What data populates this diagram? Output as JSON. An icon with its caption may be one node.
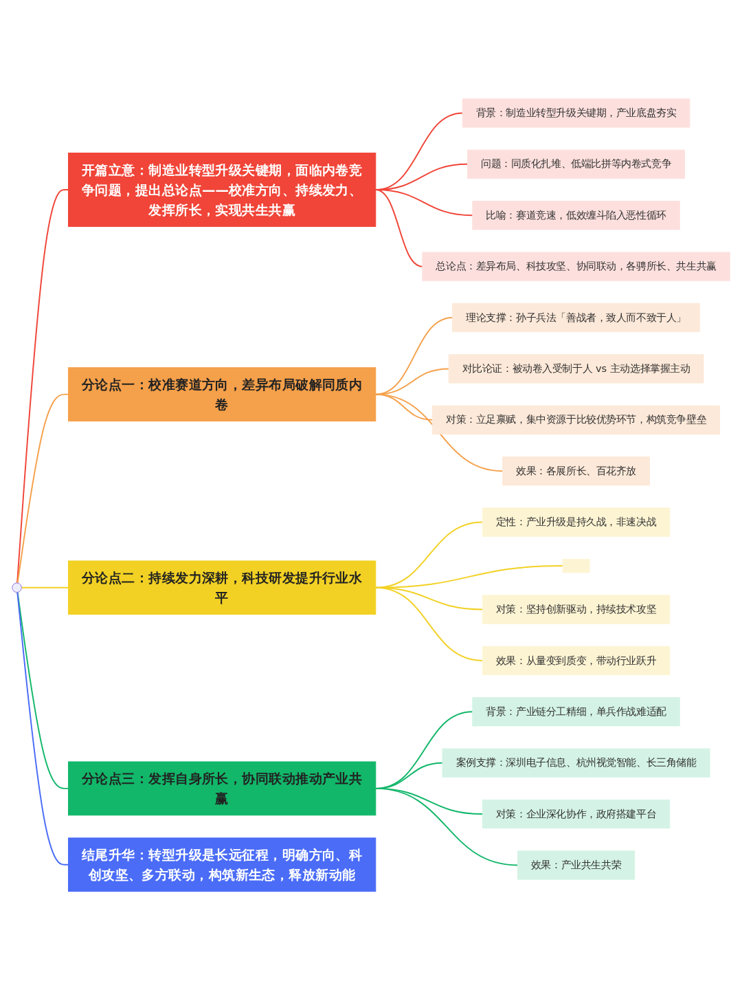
{
  "diagram": {
    "nodes": [
      {
        "text": [
          "开篇立意：制造业转型升级关键期，面临内卷竞争问题，提出总论点——校准方向、持续发力、发挥所长，实现共生共赢"
        ]
      },
      {
        "text": [
          "背景：制造业转型升级关键期，产业底盘夯实"
        ]
      },
      {
        "text": [
          "问题：同质化扎堆、低端比拼等内卷式竞争"
        ]
      },
      {
        "text": [
          "比喻：赛道竞速，低效缠斗陷入恶性循环"
        ]
      },
      {
        "text": [
          "总论点：差异布局、科技攻坚、协同联动，各骋所长、共生共赢"
        ]
      },
      {
        "text": [
          "分论点一：校准赛道方向，差异布局破解同质内卷"
        ]
      },
      {
        "text": [
          "理论支撑：孙子兵法「善战者，致人而不致于人」"
        ]
      },
      {
        "text": [
          "对比论证：被动卷入受制于人 vs 主动选择掌握主动"
        ]
      },
      {
        "text": [
          "对策：立足禀赋，集中资源于比较优势环节，构筑竞争壁垒"
        ]
      },
      {
        "text": [
          "效果：各展所长、百花齐放"
        ]
      },
      {
        "text": [
          "分论点二：持续发力深耕，科技研发提升行业水平"
        ]
      },
      {
        "text": [
          "定性：产业升级是持久战，非速决战"
        ]
      },
      {
        "text": [],
        "shape": "box"
      },
      {
        "text": [
          "对策：坚持创新驱动，持续技术攻坚"
        ]
      },
      {
        "text": [
          "效果：从量变到质变，带动行业跃升"
        ]
      },
      {
        "text": [
          "分论点三：发挥自身所长，协同联动推动产业共赢"
        ]
      },
      {
        "text": [
          "背景：产业链分工精细，单兵作战难适配"
        ]
      },
      {
        "text": [
          "案例支撑：深圳电子信息、杭州视觉智能、长三角储能"
        ]
      },
      {
        "text": [
          "对策：企业深化协作，政府搭建平台"
        ]
      },
      {
        "text": [
          "效果：产业共生共荣"
        ]
      },
      {
        "text": [
          "结尾升华：转型升级是长远征程，明确方向、科创攻坚、多方联动，构筑新生态，释放新动能"
        ]
      }
    ],
    "edges": [
      {
        "from": null,
        "to": 0,
        "arrow": "none",
        "color": "#f04538"
      },
      {
        "from": 0,
        "to": 1,
        "arrow": "none",
        "color": "#f04538"
      },
      {
        "from": 0,
        "to": 2,
        "arrow": "none",
        "color": "#f04538"
      },
      {
        "from": 0,
        "to": 3,
        "arrow": "none",
        "color": "#f04538"
      },
      {
        "from": 0,
        "to": 4,
        "arrow": "none",
        "color": "#f04538"
      },
      {
        "from": null,
        "to": 5,
        "arrow": "none",
        "color": "#f5a04a"
      },
      {
        "from": 5,
        "to": 6,
        "arrow": "none",
        "color": "#f5a04a"
      },
      {
        "from": 5,
        "to": 7,
        "arrow": "none",
        "color": "#f5a04a"
      },
      {
        "from": 5,
        "to": 8,
        "arrow": "none",
        "color": "#f5a04a"
      },
      {
        "from": 5,
        "to": 9,
        "arrow": "none",
        "color": "#f5a04a"
      },
      {
        "from": null,
        "to": 10,
        "arrow": "none",
        "color": "#f2d124"
      },
      {
        "from": 10,
        "to": 11,
        "arrow": "none",
        "color": "#f2d124"
      },
      {
        "from": 10,
        "to": 12,
        "arrow": "none",
        "color": "#f2d124"
      },
      {
        "from": 10,
        "to": 13,
        "arrow": "none",
        "color": "#f2d124"
      },
      {
        "from": 10,
        "to": 14,
        "arrow": "none",
        "color": "#f2d124"
      },
      {
        "from": null,
        "to": 15,
        "arrow": "none",
        "color": "#12b76a"
      },
      {
        "from": 15,
        "to": 16,
        "arrow": "none",
        "color": "#12b76a"
      },
      {
        "from": 15,
        "to": 17,
        "arrow": "none",
        "color": "#12b76a"
      },
      {
        "from": 15,
        "to": 18,
        "arrow": "none",
        "color": "#12b76a"
      },
      {
        "from": 15,
        "to": 19,
        "arrow": "none",
        "color": "#12b76a"
      },
      {
        "from": null,
        "to": 20,
        "arrow": "none",
        "color": "#4a6cf7"
      }
    ]
  }
}
